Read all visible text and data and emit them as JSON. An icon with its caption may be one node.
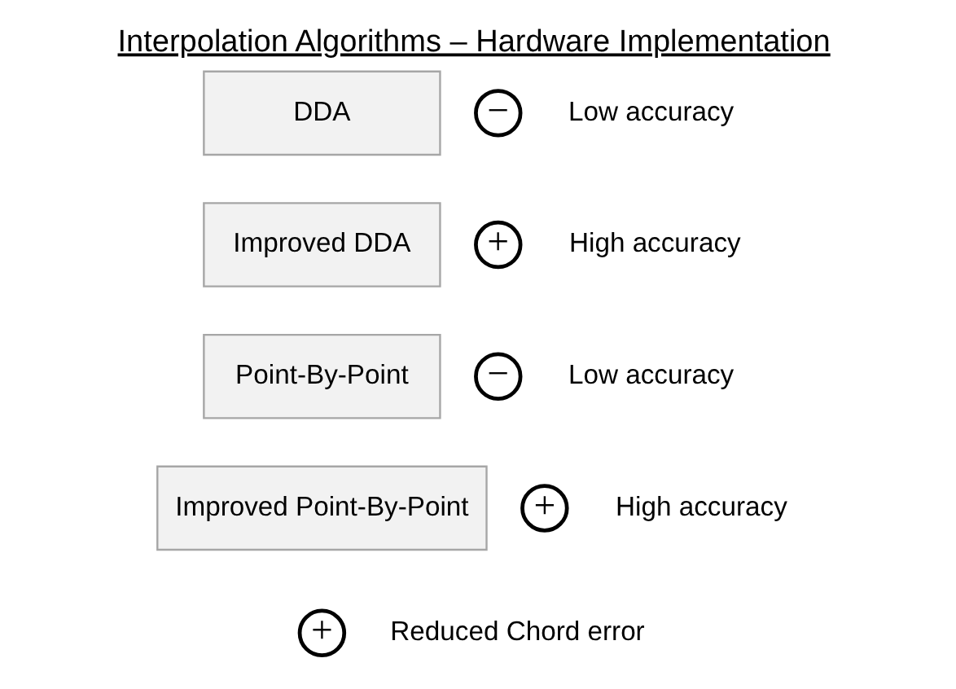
{
  "diagram": {
    "title": "Interpolation Algorithms – Hardware Implementation",
    "nodes": [
      {
        "text": [
          "DDA"
        ]
      },
      {
        "text": [
          "−"
        ],
        "beside": [
          "Low accuracy"
        ]
      },
      {
        "text": [
          "Improved DDA"
        ]
      },
      {
        "text": [
          "+"
        ],
        "beside": [
          "High accuracy"
        ]
      },
      {
        "text": [
          "Point-By-Point"
        ]
      },
      {
        "text": [
          "−"
        ],
        "beside": [
          "Low accuracy"
        ]
      },
      {
        "text": [
          "Improved Point-By-Point"
        ]
      },
      {
        "text": [
          "+"
        ],
        "beside": [
          "High accuracy"
        ]
      },
      {
        "text": [
          "+"
        ],
        "beside": [
          "Reduced Chord error"
        ]
      }
    ],
    "edges": []
  }
}
